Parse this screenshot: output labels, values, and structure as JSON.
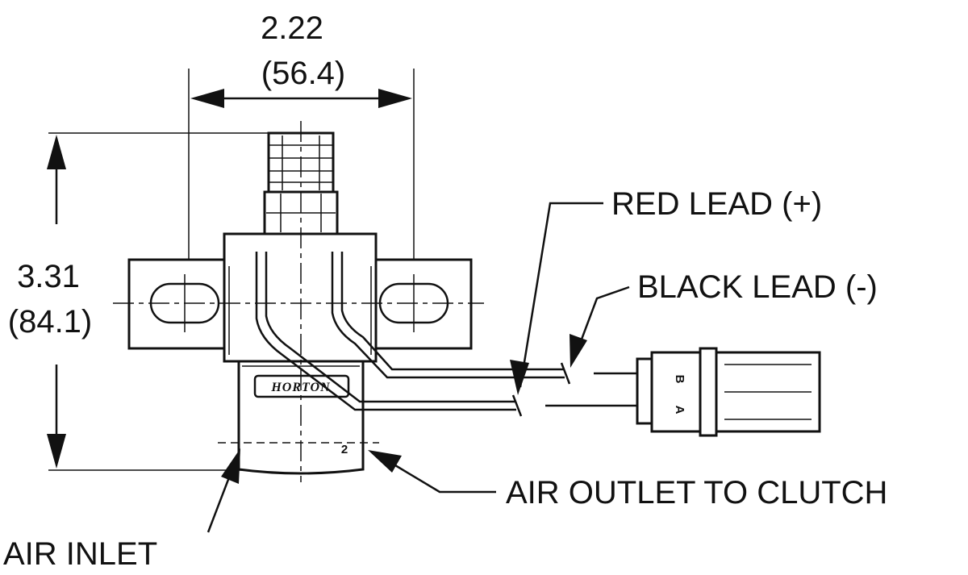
{
  "dimensions": {
    "width_in": "2.22",
    "width_mm": "(56.4)",
    "height_in": "3.31",
    "height_mm": "(84.1)"
  },
  "callouts": {
    "red_lead": "RED LEAD (+)",
    "black_lead": "BLACK LEAD (-)",
    "air_outlet": "AIR OUTLET TO CLUTCH",
    "air_inlet": "AIR INLET"
  },
  "marks": {
    "brand": "HORTON",
    "port_number": "2",
    "pin_b": "B",
    "pin_a": "A"
  }
}
